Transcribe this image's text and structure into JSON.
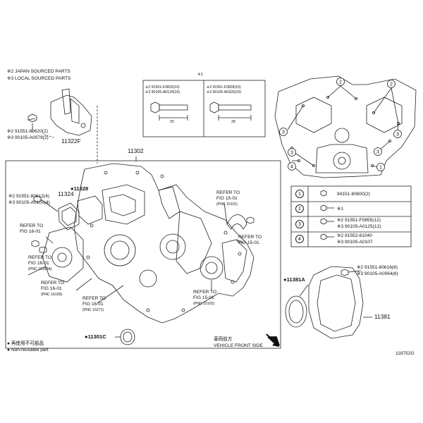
{
  "notes": {
    "japan": "※2 JAPAN SOURCED PARTS",
    "local": "※3 LOCAL SOURCED PARTS"
  },
  "bolt_box": {
    "top_marker": "※1",
    "left": [
      "※2 91551-F0825(10)",
      "※3 90105-A0124(10)"
    ],
    "right": [
      "※2 91551-F0828(10)",
      "※3 90105-A0326(10)"
    ],
    "left_len": "25",
    "right_len": "28"
  },
  "bracket": {
    "lines": [
      "※2 91551-80620(2)",
      "※3 90105-A0079(2)"
    ],
    "part": "11322F"
  },
  "main": {
    "group_label": "11302",
    "p11328": "●11328",
    "p11324": "11324",
    "bolts_a": [
      "※2 91551-80612(4)",
      "※3 90105-A0101(4)"
    ],
    "ref_fig_16_01_a": [
      "REFER TO",
      "FIG 16-01"
    ],
    "ref_fig_16_01_b": [
      "REFER TO",
      "FIG 16-01",
      "(PNC 16193A)"
    ],
    "ref_fig_16_01_c": [
      "REFER TO",
      "FIG 16-01",
      "(PNC 16100)"
    ],
    "ref_fig_16_01_d": [
      "REFER TO",
      "FIG 16-01",
      "(PNC 16271)"
    ],
    "ref_fig_15_01_a": [
      "REFER TO",
      "FIG 15-01",
      "(PNC 15115)"
    ],
    "ref_fig_15_01_b": [
      "REFER TO",
      "FIG 15-01"
    ],
    "ref_fig_15_01_c": [
      "REFER TO",
      "FIG 15-01",
      "(PNC 15102)"
    ],
    "p11301c": "●11301C"
  },
  "legend_table": {
    "rows": [
      {
        "num": "1",
        "lines": [
          "94151-80800(2)"
        ]
      },
      {
        "num": "2",
        "lines": [
          "※1"
        ]
      },
      {
        "num": "3",
        "lines": [
          "※2 91551-F0855(12)",
          "※3 90105-A0125(12)"
        ]
      },
      {
        "num": "4",
        "lines": [
          "※2 91552-81040",
          "※3 90105-A0107"
        ]
      }
    ]
  },
  "rear_seal": {
    "bolts": [
      "※2 91551-80616(6)",
      "※3 90105-A0064(6)"
    ],
    "p11381a": "●11381A",
    "p11381": "11381"
  },
  "footer": {
    "non_reuse_jp": "● 再使用不可部品",
    "non_reuse_en": "● Non-reusable part",
    "front_jp": "車両前方",
    "front_en": "VEHICLE FRONT SIDE",
    "code": "118752G"
  }
}
